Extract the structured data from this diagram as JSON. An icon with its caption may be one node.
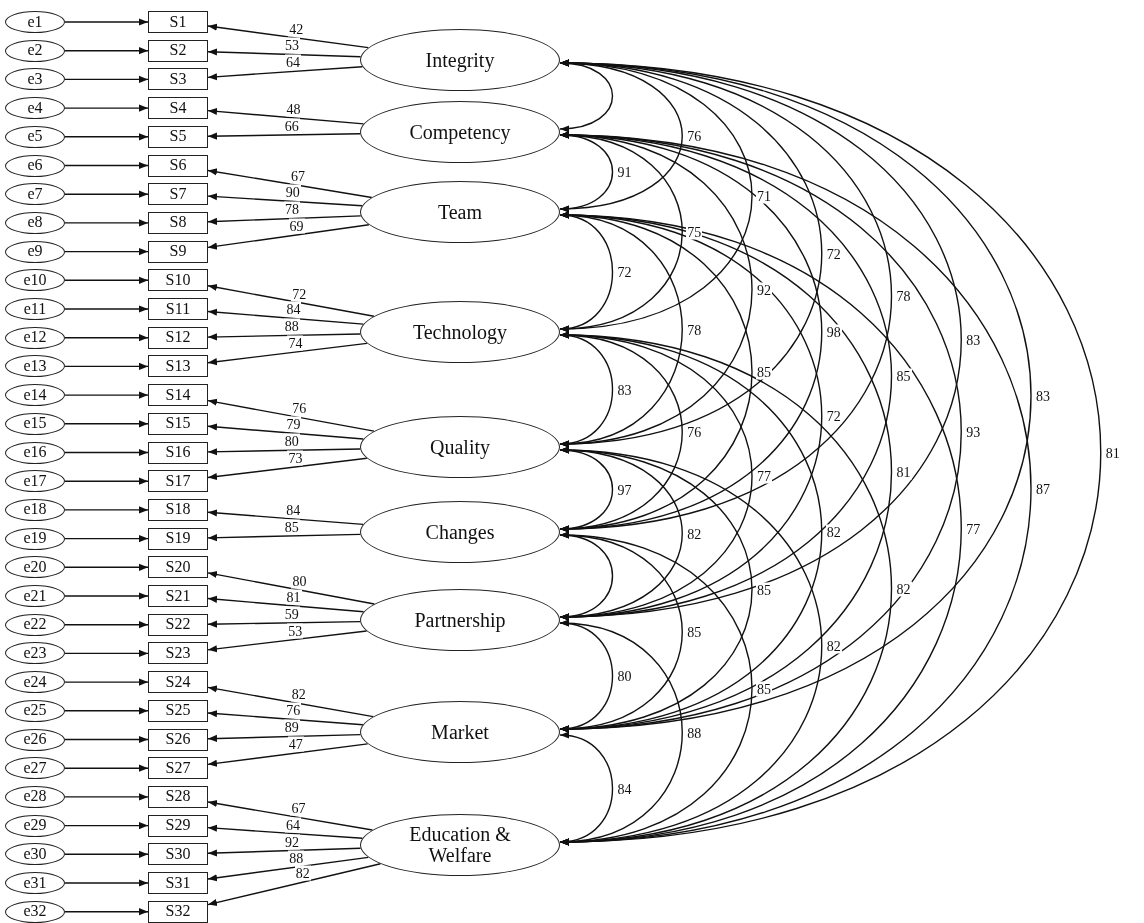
{
  "diagram": {
    "nodes": [
      {
        "text": [
          "e1"
        ]
      },
      {
        "text": [
          "e2"
        ]
      },
      {
        "text": [
          "e3"
        ]
      },
      {
        "text": [
          "e4"
        ]
      },
      {
        "text": [
          "e5"
        ]
      },
      {
        "text": [
          "e6"
        ]
      },
      {
        "text": [
          "e7"
        ]
      },
      {
        "text": [
          "e8"
        ]
      },
      {
        "text": [
          "e9"
        ]
      },
      {
        "text": [
          "e10"
        ]
      },
      {
        "text": [
          "e11"
        ]
      },
      {
        "text": [
          "e12"
        ]
      },
      {
        "text": [
          "e13"
        ]
      },
      {
        "text": [
          "e14"
        ]
      },
      {
        "text": [
          "e15"
        ]
      },
      {
        "text": [
          "e16"
        ]
      },
      {
        "text": [
          "e17"
        ]
      },
      {
        "text": [
          "e18"
        ]
      },
      {
        "text": [
          "e19"
        ]
      },
      {
        "text": [
          "e20"
        ]
      },
      {
        "text": [
          "e21"
        ]
      },
      {
        "text": [
          "e22"
        ]
      },
      {
        "text": [
          "e23"
        ]
      },
      {
        "text": [
          "e24"
        ]
      },
      {
        "text": [
          "e25"
        ]
      },
      {
        "text": [
          "e26"
        ]
      },
      {
        "text": [
          "e27"
        ]
      },
      {
        "text": [
          "e28"
        ]
      },
      {
        "text": [
          "e29"
        ]
      },
      {
        "text": [
          "e30"
        ]
      },
      {
        "text": [
          "e31"
        ]
      },
      {
        "text": [
          "e32"
        ]
      },
      {
        "text": [
          "S1"
        ]
      },
      {
        "text": [
          "S2"
        ]
      },
      {
        "text": [
          "S3"
        ]
      },
      {
        "text": [
          "S4"
        ]
      },
      {
        "text": [
          "S5"
        ]
      },
      {
        "text": [
          "S6"
        ]
      },
      {
        "text": [
          "S7"
        ]
      },
      {
        "text": [
          "S8"
        ]
      },
      {
        "text": [
          "S9"
        ]
      },
      {
        "text": [
          "S10"
        ]
      },
      {
        "text": [
          "S11"
        ]
      },
      {
        "text": [
          "S12"
        ]
      },
      {
        "text": [
          "S13"
        ]
      },
      {
        "text": [
          "S14"
        ]
      },
      {
        "text": [
          "S15"
        ]
      },
      {
        "text": [
          "S16"
        ]
      },
      {
        "text": [
          "S17"
        ]
      },
      {
        "text": [
          "S18"
        ]
      },
      {
        "text": [
          "S19"
        ]
      },
      {
        "text": [
          "S20"
        ]
      },
      {
        "text": [
          "S21"
        ]
      },
      {
        "text": [
          "S22"
        ]
      },
      {
        "text": [
          "S23"
        ]
      },
      {
        "text": [
          "S24"
        ]
      },
      {
        "text": [
          "S25"
        ]
      },
      {
        "text": [
          "S26"
        ]
      },
      {
        "text": [
          "S27"
        ]
      },
      {
        "text": [
          "S28"
        ]
      },
      {
        "text": [
          "S29"
        ]
      },
      {
        "text": [
          "S30"
        ]
      },
      {
        "text": [
          "S31"
        ]
      },
      {
        "text": [
          "S32"
        ]
      },
      {
        "text": [
          "Integrity"
        ]
      },
      {
        "text": [
          "Competency"
        ]
      },
      {
        "text": [
          "Team"
        ]
      },
      {
        "text": [
          "Technology"
        ]
      },
      {
        "text": [
          "Quality"
        ]
      },
      {
        "text": [
          "Changes"
        ]
      },
      {
        "text": [
          "Partnership"
        ]
      },
      {
        "text": [
          "Market"
        ]
      },
      {
        "text": [
          "Education & Welfare"
        ]
      }
    ],
    "edges": [
      {
        "from": 0,
        "to": 32,
        "arrow": "to"
      },
      {
        "from": 1,
        "to": 33,
        "arrow": "to"
      },
      {
        "from": 2,
        "to": 34,
        "arrow": "to"
      },
      {
        "from": 3,
        "to": 35,
        "arrow": "to"
      },
      {
        "from": 4,
        "to": 36,
        "arrow": "to"
      },
      {
        "from": 5,
        "to": 37,
        "arrow": "to"
      },
      {
        "from": 6,
        "to": 38,
        "arrow": "to"
      },
      {
        "from": 7,
        "to": 39,
        "arrow": "to"
      },
      {
        "from": 8,
        "to": 40,
        "arrow": "to"
      },
      {
        "from": 9,
        "to": 41,
        "arrow": "to"
      },
      {
        "from": 10,
        "to": 42,
        "arrow": "to"
      },
      {
        "from": 11,
        "to": 43,
        "arrow": "to"
      },
      {
        "from": 12,
        "to": 44,
        "arrow": "to"
      },
      {
        "from": 13,
        "to": 45,
        "arrow": "to"
      },
      {
        "from": 14,
        "to": 46,
        "arrow": "to"
      },
      {
        "from": 15,
        "to": 47,
        "arrow": "to"
      },
      {
        "from": 16,
        "to": 48,
        "arrow": "to"
      },
      {
        "from": 17,
        "to": 49,
        "arrow": "to"
      },
      {
        "from": 18,
        "to": 50,
        "arrow": "to"
      },
      {
        "from": 19,
        "to": 51,
        "arrow": "to"
      },
      {
        "from": 20,
        "to": 52,
        "arrow": "to"
      },
      {
        "from": 21,
        "to": 53,
        "arrow": "to"
      },
      {
        "from": 22,
        "to": 54,
        "arrow": "to"
      },
      {
        "from": 23,
        "to": 55,
        "arrow": "to"
      },
      {
        "from": 24,
        "to": 56,
        "arrow": "to"
      },
      {
        "from": 25,
        "to": 57,
        "arrow": "to"
      },
      {
        "from": 26,
        "to": 58,
        "arrow": "to"
      },
      {
        "from": 27,
        "to": 59,
        "arrow": "to"
      },
      {
        "from": 28,
        "to": 60,
        "arrow": "to"
      },
      {
        "from": 29,
        "to": 61,
        "arrow": "to"
      },
      {
        "from": 30,
        "to": 62,
        "arrow": "to"
      },
      {
        "from": 31,
        "to": 63,
        "arrow": "to"
      },
      {
        "from": 64,
        "to": 32,
        "arrow": "to",
        "label": "42"
      },
      {
        "from": 64,
        "to": 33,
        "arrow": "to",
        "label": "53"
      },
      {
        "from": 64,
        "to": 34,
        "arrow": "to",
        "label": "64"
      },
      {
        "from": 65,
        "to": 35,
        "arrow": "to",
        "label": "48"
      },
      {
        "from": 65,
        "to": 36,
        "arrow": "to",
        "label": "66"
      },
      {
        "from": 66,
        "to": 37,
        "arrow": "to",
        "label": "67"
      },
      {
        "from": 66,
        "to": 38,
        "arrow": "to",
        "label": "90"
      },
      {
        "from": 66,
        "to": 39,
        "arrow": "to",
        "label": "78"
      },
      {
        "from": 66,
        "to": 40,
        "arrow": "to",
        "label": "69"
      },
      {
        "from": 67,
        "to": 41,
        "arrow": "to",
        "label": "72"
      },
      {
        "from": 67,
        "to": 42,
        "arrow": "to",
        "label": "84"
      },
      {
        "from": 67,
        "to": 43,
        "arrow": "to",
        "label": "88"
      },
      {
        "from": 67,
        "to": 44,
        "arrow": "to",
        "label": "74"
      },
      {
        "from": 68,
        "to": 45,
        "arrow": "to",
        "label": "76"
      },
      {
        "from": 68,
        "to": 46,
        "arrow": "to",
        "label": "79"
      },
      {
        "from": 68,
        "to": 47,
        "arrow": "to",
        "label": "80"
      },
      {
        "from": 68,
        "to": 48,
        "arrow": "to",
        "label": "73"
      },
      {
        "from": 69,
        "to": 49,
        "arrow": "to",
        "label": "84"
      },
      {
        "from": 69,
        "to": 50,
        "arrow": "to",
        "label": "85"
      },
      {
        "from": 70,
        "to": 51,
        "arrow": "to",
        "label": "80"
      },
      {
        "from": 70,
        "to": 52,
        "arrow": "to",
        "label": "81"
      },
      {
        "from": 70,
        "to": 53,
        "arrow": "to",
        "label": "59"
      },
      {
        "from": 70,
        "to": 54,
        "arrow": "to",
        "label": "53"
      },
      {
        "from": 71,
        "to": 55,
        "arrow": "to",
        "label": "82"
      },
      {
        "from": 71,
        "to": 56,
        "arrow": "to",
        "label": "76"
      },
      {
        "from": 71,
        "to": 57,
        "arrow": "to",
        "label": "89"
      },
      {
        "from": 71,
        "to": 58,
        "arrow": "to",
        "label": "47"
      },
      {
        "from": 72,
        "to": 59,
        "arrow": "to",
        "label": "67"
      },
      {
        "from": 72,
        "to": 60,
        "arrow": "to",
        "label": "64"
      },
      {
        "from": 72,
        "to": 61,
        "arrow": "to",
        "label": "92"
      },
      {
        "from": 72,
        "to": 62,
        "arrow": "to",
        "label": "88"
      },
      {
        "from": 72,
        "to": 63,
        "arrow": "to",
        "label": "82"
      },
      {
        "from": 64,
        "to": 65,
        "arrow": "both"
      },
      {
        "from": 64,
        "to": 66,
        "arrow": "both",
        "label": "76"
      },
      {
        "from": 64,
        "to": 67,
        "arrow": "both",
        "label": "71"
      },
      {
        "from": 64,
        "to": 68,
        "arrow": "both",
        "label": "72"
      },
      {
        "from": 64,
        "to": 69,
        "arrow": "both",
        "label": "78"
      },
      {
        "from": 64,
        "to": 70,
        "arrow": "both",
        "label": "83"
      },
      {
        "from": 64,
        "to": 71,
        "arrow": "both",
        "label": "83"
      },
      {
        "from": 64,
        "to": 72,
        "arrow": "both",
        "label": "81"
      },
      {
        "from": 65,
        "to": 66,
        "arrow": "both",
        "label": "91"
      },
      {
        "from": 65,
        "to": 67,
        "arrow": "both",
        "label": "75"
      },
      {
        "from": 65,
        "to": 68,
        "arrow": "both",
        "label": "92"
      },
      {
        "from": 65,
        "to": 69,
        "arrow": "both",
        "label": "98"
      },
      {
        "from": 65,
        "to": 70,
        "arrow": "both",
        "label": "85"
      },
      {
        "from": 65,
        "to": 71,
        "arrow": "both",
        "label": "93"
      },
      {
        "from": 65,
        "to": 72,
        "arrow": "both",
        "label": "87"
      },
      {
        "from": 66,
        "to": 67,
        "arrow": "both",
        "label": "72"
      },
      {
        "from": 66,
        "to": 68,
        "arrow": "both",
        "label": "78"
      },
      {
        "from": 66,
        "to": 69,
        "arrow": "both",
        "label": "85"
      },
      {
        "from": 66,
        "to": 70,
        "arrow": "both",
        "label": "72"
      },
      {
        "from": 66,
        "to": 71,
        "arrow": "both",
        "label": "81"
      },
      {
        "from": 66,
        "to": 72,
        "arrow": "both",
        "label": "77"
      },
      {
        "from": 67,
        "to": 68,
        "arrow": "both",
        "label": "83"
      },
      {
        "from": 67,
        "to": 69,
        "arrow": "both",
        "label": "76"
      },
      {
        "from": 67,
        "to": 70,
        "arrow": "both",
        "label": "77"
      },
      {
        "from": 67,
        "to": 71,
        "arrow": "both",
        "label": "82"
      },
      {
        "from": 67,
        "to": 72,
        "arrow": "both",
        "label": "82"
      },
      {
        "from": 68,
        "to": 69,
        "arrow": "both",
        "label": "97"
      },
      {
        "from": 68,
        "to": 70,
        "arrow": "both",
        "label": "82"
      },
      {
        "from": 68,
        "to": 71,
        "arrow": "both",
        "label": "85"
      },
      {
        "from": 68,
        "to": 72,
        "arrow": "both",
        "label": "82"
      },
      {
        "from": 69,
        "to": 70,
        "arrow": "both"
      },
      {
        "from": 69,
        "to": 71,
        "arrow": "both",
        "label": "85"
      },
      {
        "from": 69,
        "to": 72,
        "arrow": "both",
        "label": "85"
      },
      {
        "from": 70,
        "to": 71,
        "arrow": "both",
        "label": "80"
      },
      {
        "from": 70,
        "to": 72,
        "arrow": "both",
        "label": "88"
      },
      {
        "from": 71,
        "to": 72,
        "arrow": "both",
        "label": "84"
      }
    ]
  }
}
